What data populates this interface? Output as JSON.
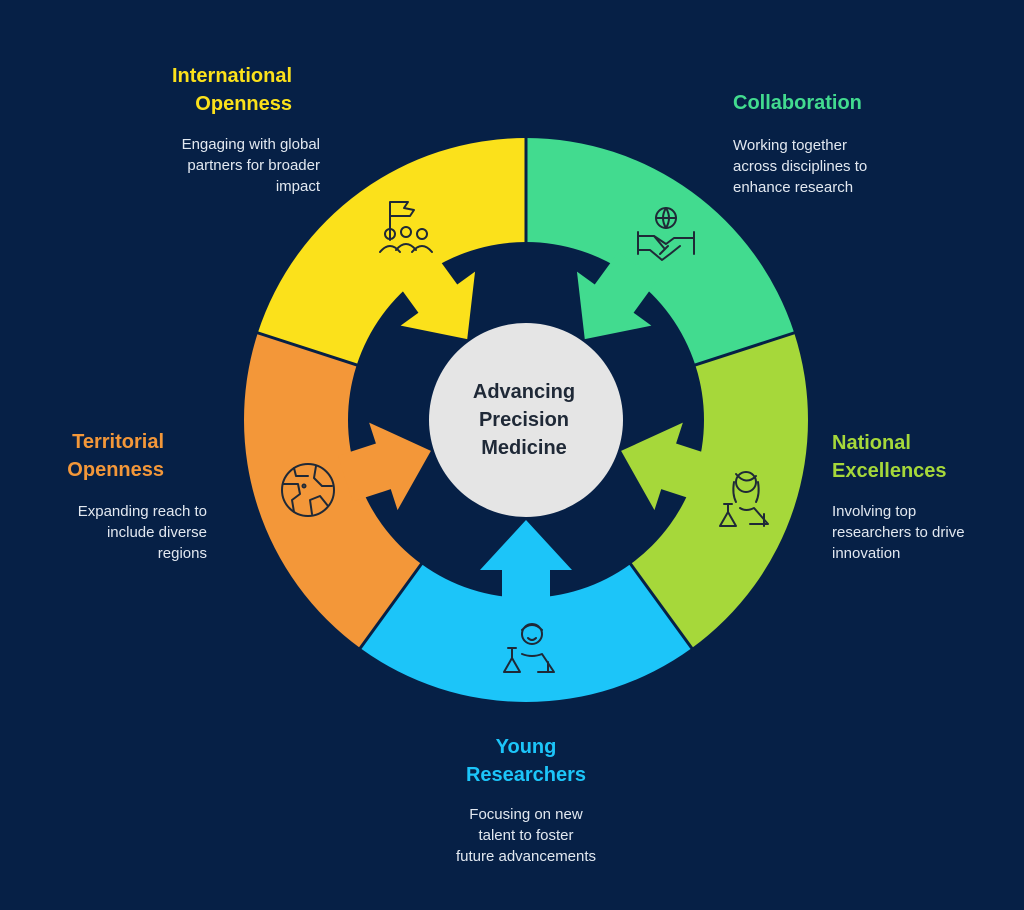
{
  "center": {
    "label": "Advancing\nPrecision\nMedicine"
  },
  "colors": {
    "background": "#062046",
    "international": "#FBE11B",
    "collaboration": "#42DB8F",
    "national": "#A6D83A",
    "young": "#1CC5F9",
    "territorial": "#F39739",
    "center": "#E5E5E5"
  },
  "segments": {
    "international": {
      "title": "International\nOpenness",
      "description": "Engaging with global\npartners for broader\nimpact",
      "icon": "flag-people-icon"
    },
    "collaboration": {
      "title": "Collaboration",
      "description": "Working together\nacross disciplines to\nenhance research",
      "icon": "globe-handshake-icon"
    },
    "national": {
      "title": "National\nExcellences",
      "description": "Involving top\nresearchers to drive\ninnovation",
      "icon": "woman-scientist-icon"
    },
    "young": {
      "title": "Young\nResearchers",
      "description": "Focusing on new\ntalent to foster\nfuture advancements",
      "icon": "young-scientist-icon"
    },
    "territorial": {
      "title": "Territorial\nOpenness",
      "description": "Expanding reach to\ninclude diverse\nregions",
      "icon": "globe-map-icon"
    }
  }
}
